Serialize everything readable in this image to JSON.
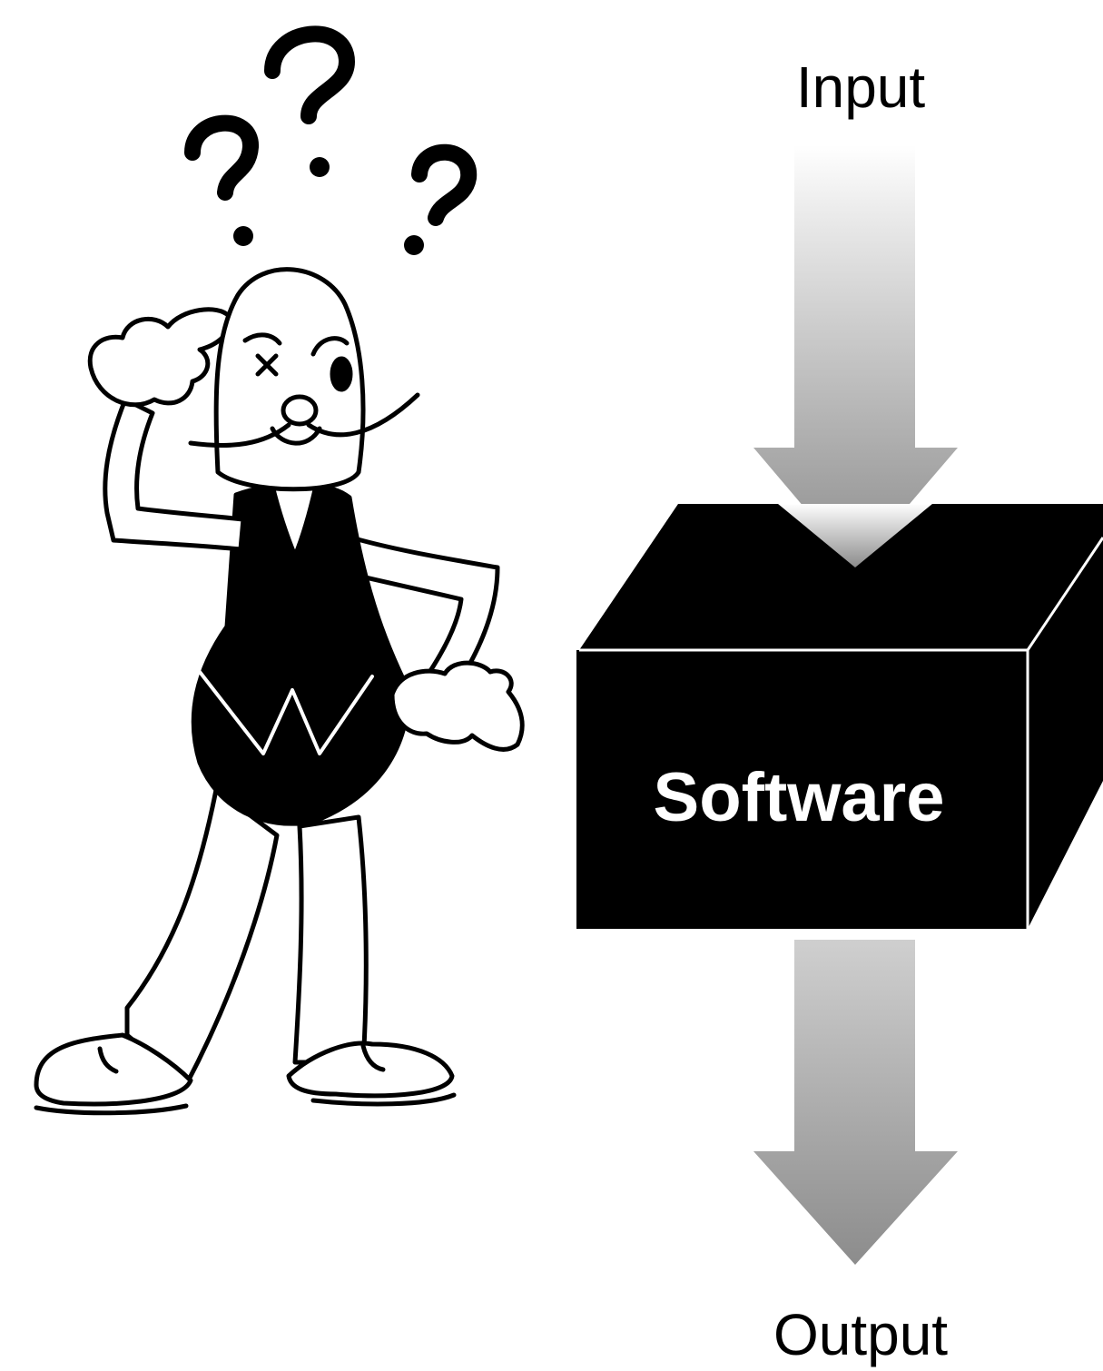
{
  "labels": {
    "input": "Input",
    "output": "Output",
    "box": "Software"
  },
  "icons": {
    "figure": "confused-man-icon",
    "question_marks": "question-mark-icon",
    "box": "black-box-icon"
  },
  "colors": {
    "ink": "#000000",
    "paper": "#ffffff",
    "arrow_light": "#f2f2f2",
    "arrow_dark": "#8f8f8f"
  }
}
